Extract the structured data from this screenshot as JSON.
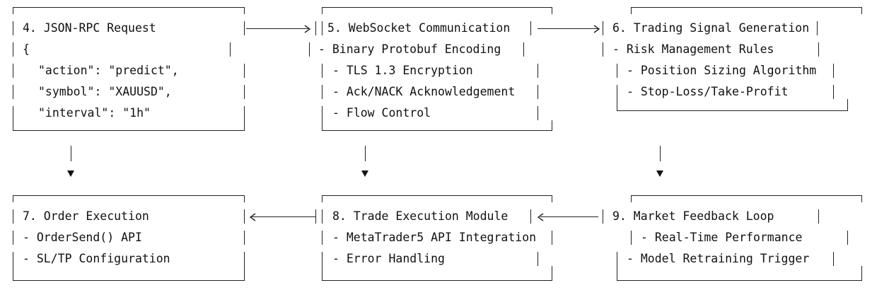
{
  "boxes": {
    "b4": {
      "title": "4. JSON-RPC Request",
      "lines": [
        "{",
        "\"action\": \"predict\",",
        "\"symbol\": \"XAUUSD\",",
        "\"interval\": \"1h\""
      ]
    },
    "b5": {
      "title": "5. WebSocket Communication",
      "lines": [
        "- Binary Protobuf Encoding",
        "- TLS 1.3 Encryption",
        "- Ack/NACK Acknowledgement",
        "- Flow Control"
      ]
    },
    "b6": {
      "title": "6. Trading Signal Generation",
      "lines": [
        "- Risk Management Rules",
        "- Position Sizing Algorithm",
        "- Stop-Loss/Take-Profit"
      ]
    },
    "b7": {
      "title": "7. Order Execution",
      "lines": [
        "- OrderSend() API",
        "- SL/TP Configuration"
      ]
    },
    "b8": {
      "title": "8. Trade Execution Module",
      "lines": [
        "- MetaTrader5 API Integration",
        "- Error Handling"
      ]
    },
    "b9": {
      "title": "9. Market Feedback Loop",
      "lines": [
        "- Real-Time Performance",
        "- Model Retraining Trigger"
      ]
    }
  }
}
